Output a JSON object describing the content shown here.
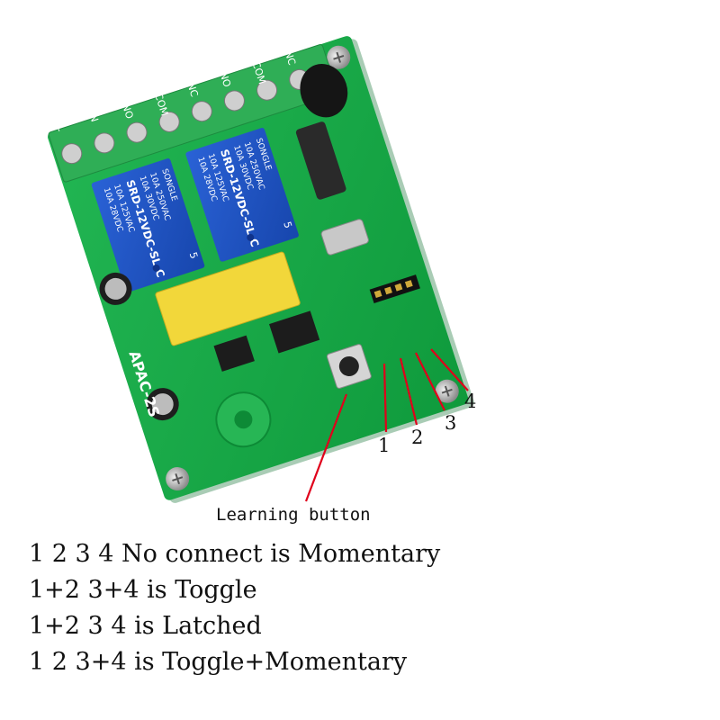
{
  "board": {
    "model": "APAC-2S",
    "relays": [
      {
        "brand": "SONGLE",
        "model": "SRD-12VDC-SL-C",
        "rating_1": "10A 250VAC",
        "rating_2": "10A 30VDC",
        "rating_3": "10A 125VAC",
        "rating_4": "10A 28VDC",
        "pin_count": "5"
      },
      {
        "brand": "SONGLE",
        "model": "SRD-12VDC-SL-C",
        "rating_1": "10A 250VAC",
        "rating_2": "10A 30VDC",
        "rating_3": "10A 125VAC",
        "rating_4": "10A 28VDC",
        "pin_count": "5"
      }
    ],
    "terminal_labels": [
      "L",
      "N",
      "NO",
      "COM",
      "NC",
      "NO",
      "COM",
      "NC"
    ],
    "colors": {
      "pcb": "#17a84a",
      "relay": "#1f56c7",
      "capacitor": "#f2d73a",
      "terminal": "#2fae56",
      "callout_line": "#e0001b"
    }
  },
  "callouts": {
    "learning_button": "Learning button",
    "jumper_pins": [
      "1",
      "2",
      "3",
      "4"
    ]
  },
  "modes": [
    "1 2 3 4 No connect is Momentary",
    "1+2 3+4 is Toggle",
    "1+2 3 4 is Latched",
    "1 2 3+4 is Toggle+Momentary"
  ]
}
